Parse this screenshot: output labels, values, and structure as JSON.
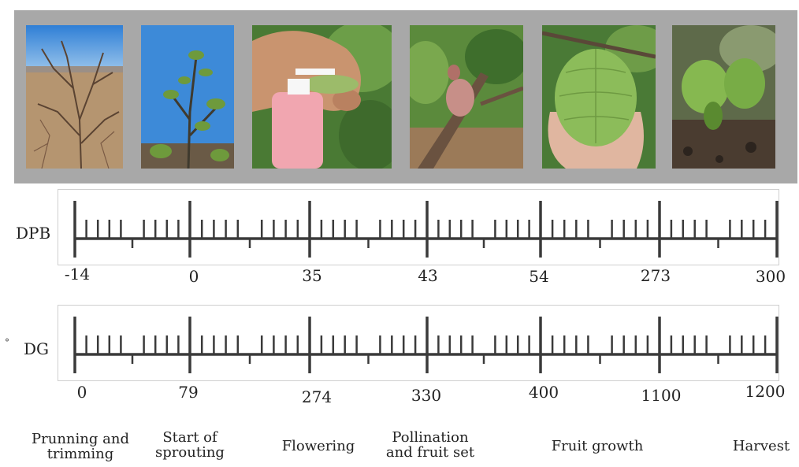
{
  "photos": [
    {
      "subject": "pruned-tree"
    },
    {
      "subject": "sprouting-shoot"
    },
    {
      "subject": "hand-pollination"
    },
    {
      "subject": "pollinated-flower"
    },
    {
      "subject": "growing-fruit"
    },
    {
      "subject": "mature-fruits"
    }
  ],
  "dpb": {
    "label": "DPB",
    "ticks": [
      "-14",
      "0",
      "35",
      "43",
      "54",
      "273",
      "300"
    ]
  },
  "dg": {
    "label": "DG",
    "ticks": [
      "0",
      "79",
      "274",
      "330",
      "400",
      "1100",
      "1200"
    ]
  },
  "stages": [
    {
      "line1": "Prunning and",
      "line2": "trimming"
    },
    {
      "line1": "Start of",
      "line2": "sprouting"
    },
    {
      "line1": "Flowering",
      "line2": ""
    },
    {
      "line1": "Pollination",
      "line2": "and fruit set"
    },
    {
      "line1": "Fruit growth",
      "line2": ""
    },
    {
      "line1": "Harvest",
      "line2": ""
    }
  ],
  "stray_mark": "°",
  "colors": {
    "strip": "#a8a8a8",
    "scale": "#3a3a3a",
    "sky": "#3d8ad8",
    "leaf": "#4f8a3a",
    "fruit": "#8cbc5a"
  }
}
